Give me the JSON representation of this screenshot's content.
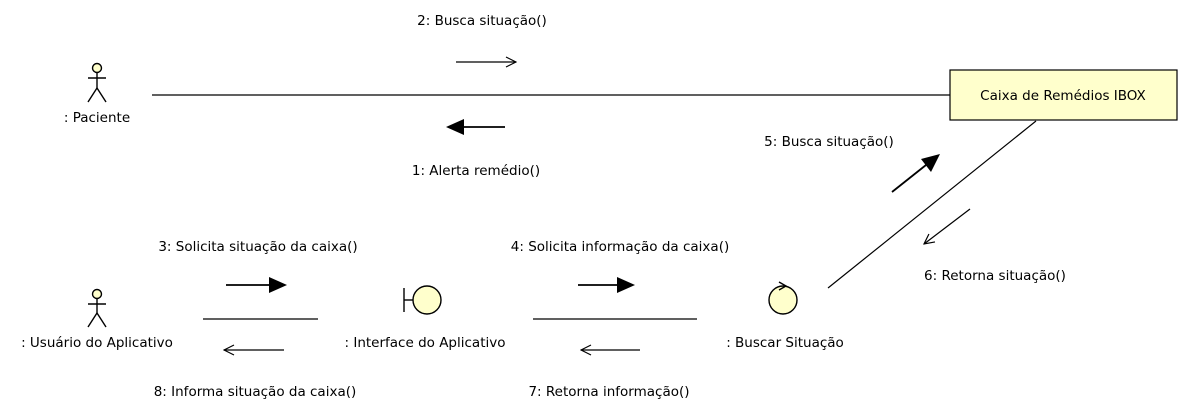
{
  "colors": {
    "background": "#ffffff",
    "line": "#000000",
    "element_fill": "#ffffcc"
  },
  "actors": {
    "paciente": ": Paciente",
    "usuario": ": Usuário do Aplicativo"
  },
  "objects": {
    "caixa": "Caixa de Remédios IBOX",
    "interface": ": Interface do Aplicativo",
    "controle": ": Buscar Situação"
  },
  "messages": {
    "m1": "1: Alerta remédio()",
    "m2": "2: Busca situação()",
    "m3": "3: Solicita situação da caixa()",
    "m4": "4: Solicita informação da caixa()",
    "m5": "5: Busca situação()",
    "m6": "6: Retorna situação()",
    "m7": "7: Retorna informação()",
    "m8": "8: Informa situação da caixa()"
  }
}
